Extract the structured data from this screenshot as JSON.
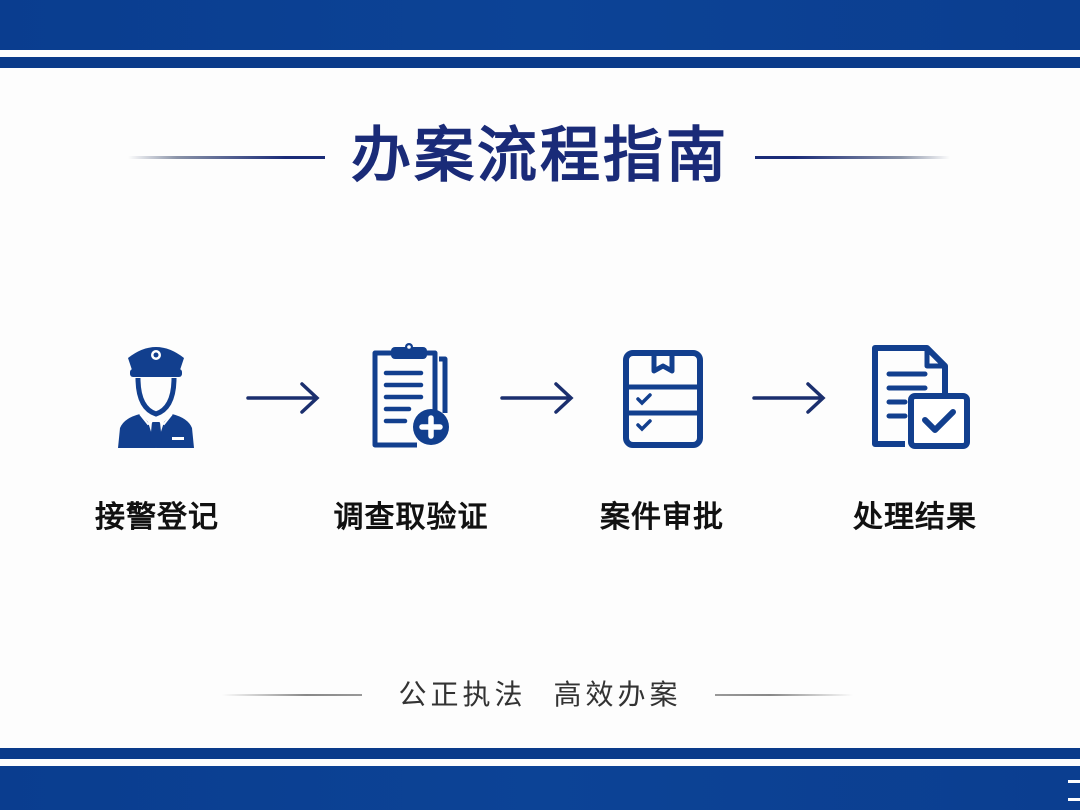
{
  "title": "办案流程指南",
  "steps": [
    {
      "label": "接警登记",
      "icon": "police-officer-icon"
    },
    {
      "label": "调查取验证",
      "icon": "clipboard-plus-icon"
    },
    {
      "label": "案件审批",
      "icon": "checklist-bookmark-icon"
    },
    {
      "label": "处理结果",
      "icon": "document-check-icon"
    }
  ],
  "connector_icon": "arrow-right-icon",
  "slogan": "公正执法 高效办案",
  "colors": {
    "band_blue": "#0b3f92",
    "title_navy": "#1a2b78",
    "icon_blue": "#123f8e",
    "label_text": "#111111",
    "slogan_text": "#333333",
    "background": "#fdfdfd"
  }
}
